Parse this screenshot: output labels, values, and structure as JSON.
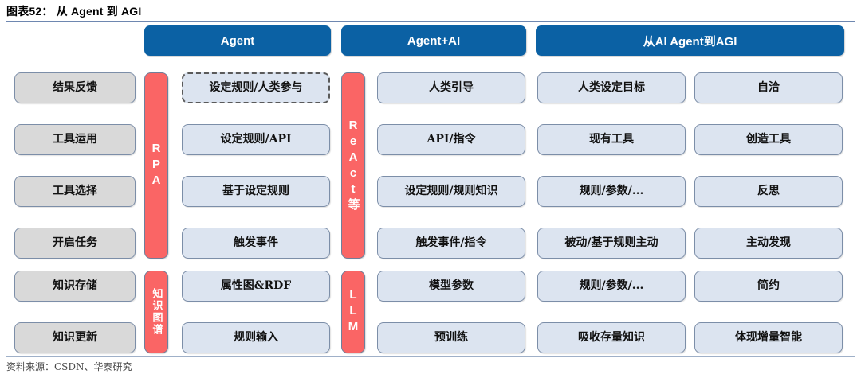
{
  "figure": {
    "title": "图表52： 从 Agent 到 AGI",
    "source": "资料来源：CSDN、华泰研究"
  },
  "colors": {
    "header_blue": "#0B61A4",
    "cell_blue": "#DCE4F0",
    "cell_gray": "#D9D9D9",
    "bar_red": "#FA6565",
    "border": "#7C8EA8",
    "rule": "#6E87B0"
  },
  "headers": [
    {
      "label": "Agent"
    },
    {
      "label": "Agent+AI"
    },
    {
      "label": "从AI Agent到AGI"
    }
  ],
  "row_labels": [
    "结果反馈",
    "工具运用",
    "工具选择",
    "开启任务",
    "知识存储",
    "知识更新"
  ],
  "bars": [
    {
      "label": "RPA",
      "group": "upper",
      "column": "agent",
      "script": "latin"
    },
    {
      "label": "知识图谱",
      "group": "lower",
      "column": "agent",
      "script": "cjk"
    },
    {
      "label": "ReAct等",
      "group": "upper",
      "column": "agentai",
      "script": "latin"
    },
    {
      "label": "LLM",
      "group": "lower",
      "column": "agentai",
      "script": "latin"
    }
  ],
  "columns": [
    {
      "key": "agent",
      "cells": [
        {
          "text": "设定规则/人类参与",
          "dashed": true
        },
        {
          "text": "设定规则/API",
          "dashed": false
        },
        {
          "text": "基于设定规则",
          "dashed": false
        },
        {
          "text": "触发事件",
          "dashed": false
        },
        {
          "text": "属性图&RDF",
          "dashed": false
        },
        {
          "text": "规则输入",
          "dashed": false
        }
      ]
    },
    {
      "key": "agentai",
      "cells": [
        {
          "text": "人类引导",
          "dashed": false
        },
        {
          "text": "API/指令",
          "dashed": false
        },
        {
          "text": "设定规则/规则知识",
          "dashed": false
        },
        {
          "text": "触发事件/指令",
          "dashed": false
        },
        {
          "text": "模型参数",
          "dashed": false
        },
        {
          "text": "预训练",
          "dashed": false
        }
      ]
    },
    {
      "key": "agi-left",
      "cells": [
        {
          "text": "人类设定目标",
          "dashed": false
        },
        {
          "text": "现有工具",
          "dashed": false
        },
        {
          "text": "规则/参数/...",
          "dashed": false
        },
        {
          "text": "被动/基于规则主动",
          "dashed": false
        },
        {
          "text": "规则/参数/...",
          "dashed": false
        },
        {
          "text": "吸收存量知识",
          "dashed": false
        }
      ]
    },
    {
      "key": "agi-right",
      "cells": [
        {
          "text": "自洽",
          "dashed": false
        },
        {
          "text": "创造工具",
          "dashed": false
        },
        {
          "text": "反思",
          "dashed": false
        },
        {
          "text": "主动发现",
          "dashed": false
        },
        {
          "text": "简约",
          "dashed": false
        },
        {
          "text": "体现增量智能",
          "dashed": false
        }
      ]
    }
  ]
}
